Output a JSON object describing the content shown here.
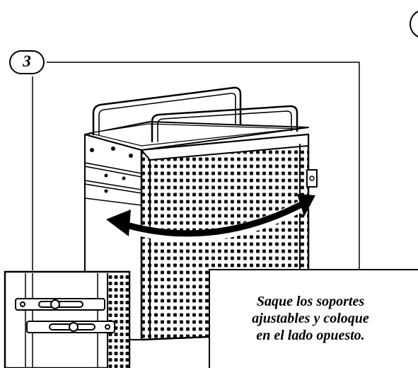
{
  "step": {
    "number": "3"
  },
  "instruction": {
    "lines": [
      "Saque los soportes",
      "ajustables y coloque",
      "en el lado opuesto."
    ]
  },
  "icons": {
    "cart": "storage-cart-illustration",
    "arrow": "double-headed-curved-arrow",
    "detail": "bracket-detail-inset"
  }
}
